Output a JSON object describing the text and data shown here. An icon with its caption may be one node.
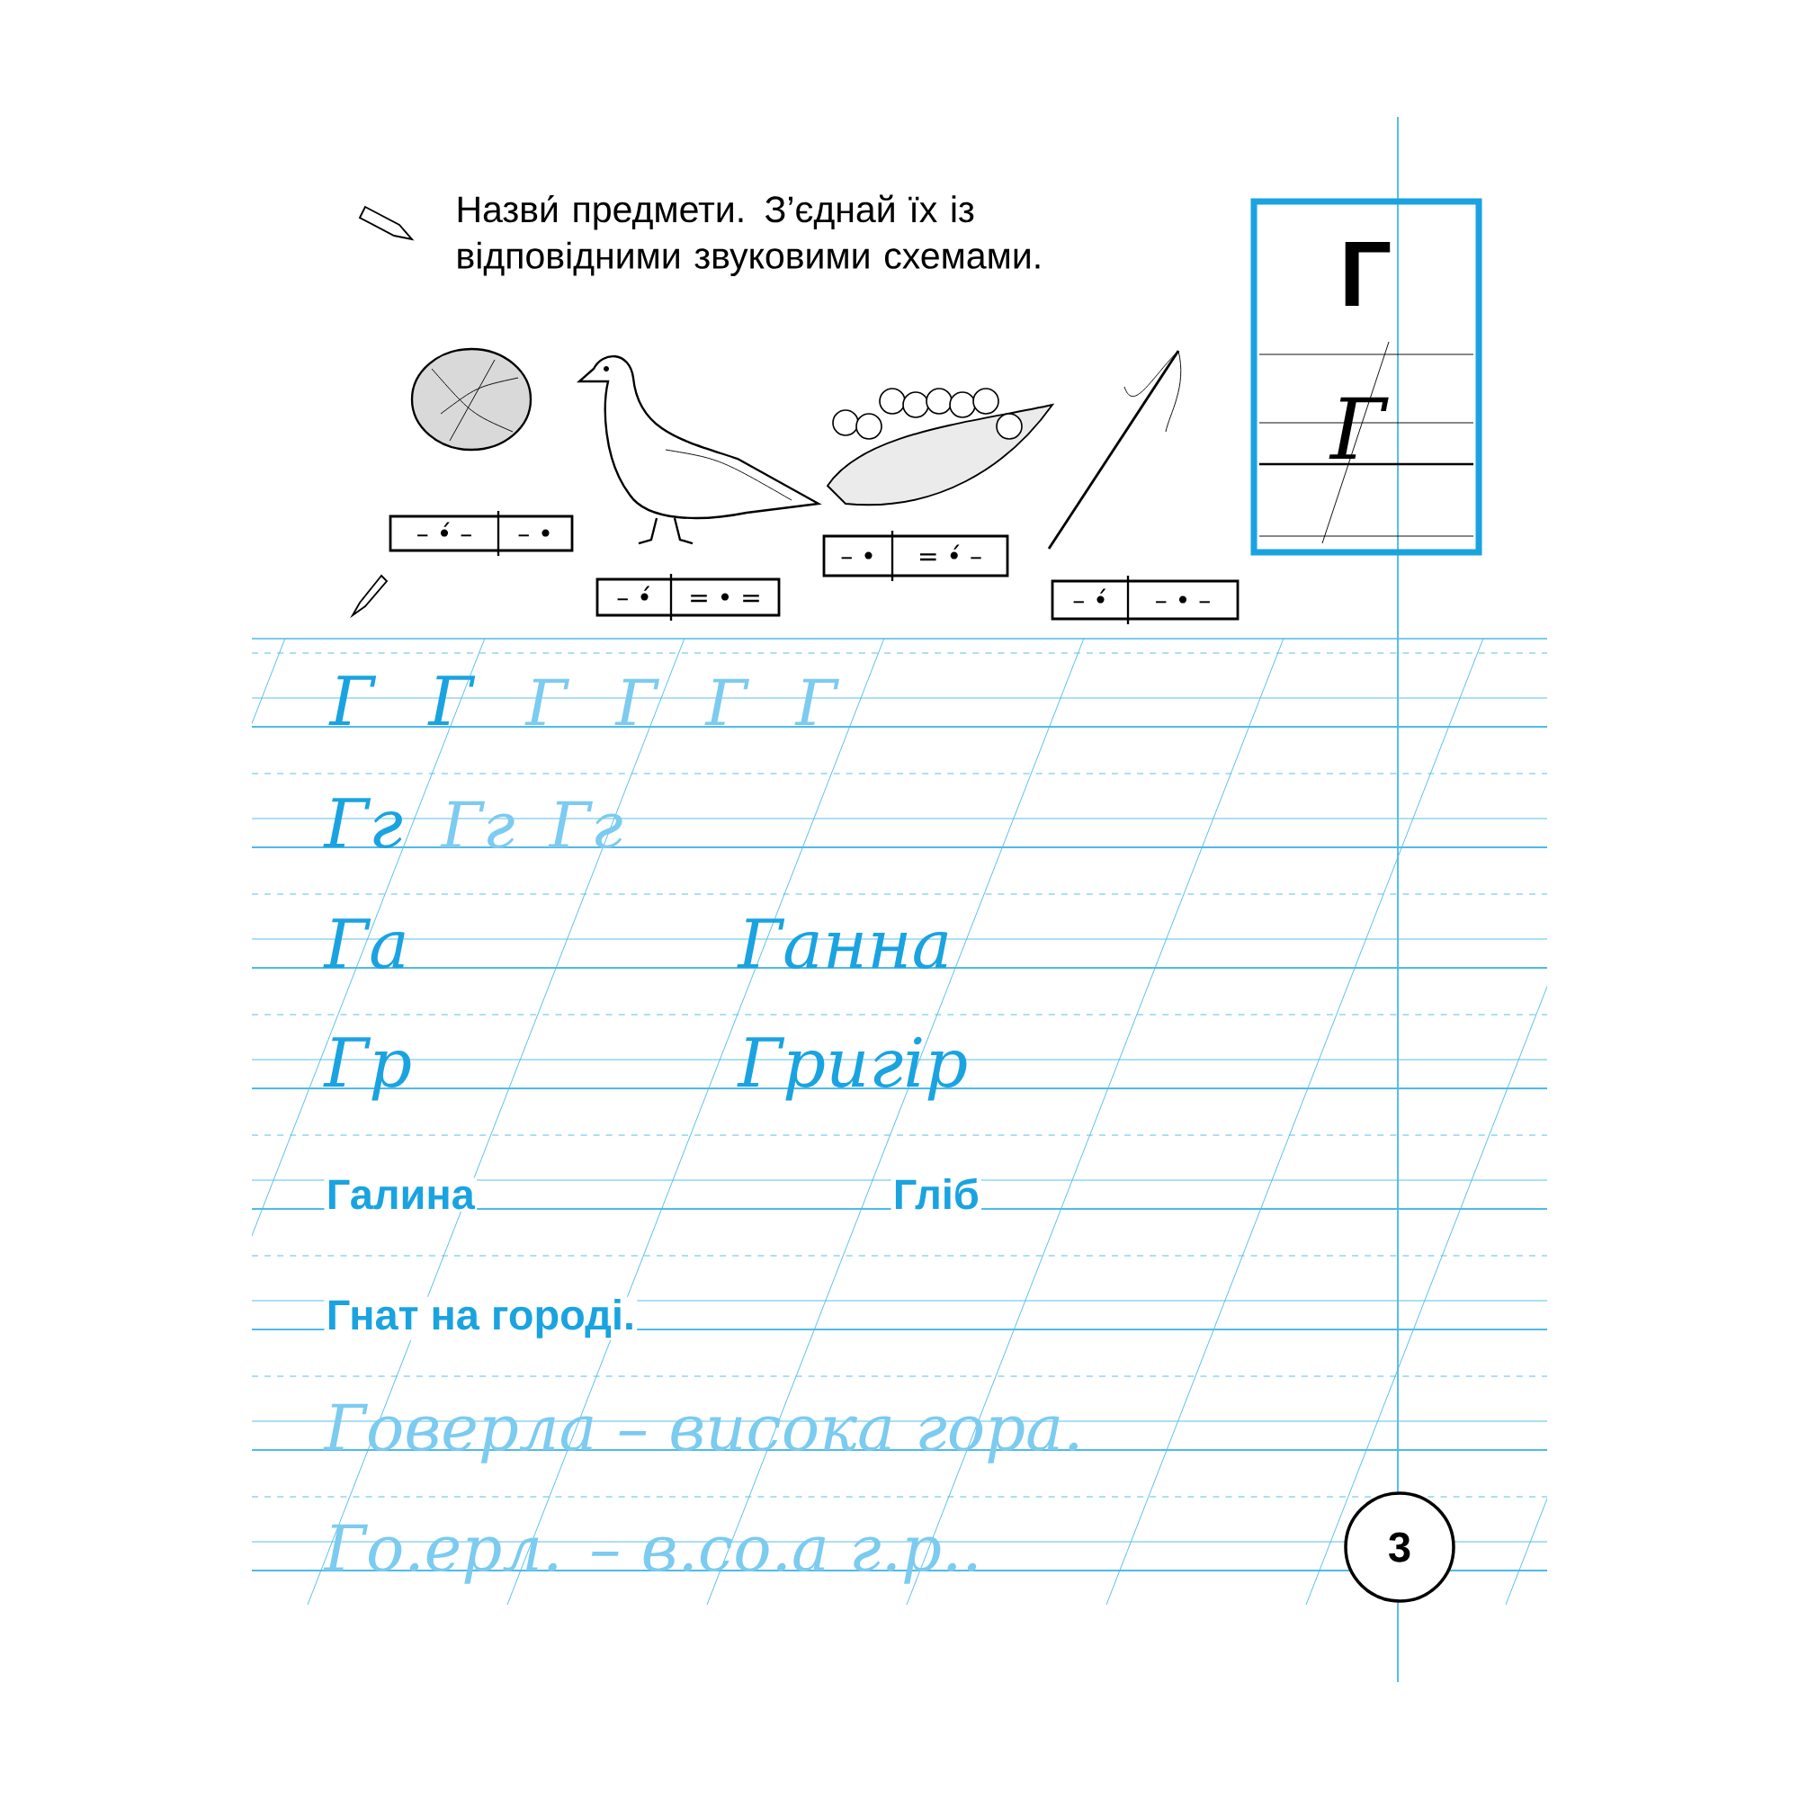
{
  "diagram": {
    "nodes": [
      {
        "text": [
          "Г",
          "Г"
        ]
      },
      {
        "text": [
          "– •́ –",
          "– •"
        ]
      },
      {
        "text": [
          "– •́",
          "= • ="
        ]
      },
      {
        "text": [
          "– •",
          "= •́ –"
        ]
      },
      {
        "text": [
          "– •́",
          "– • –"
        ]
      },
      {
        "text": [
          "3"
        ]
      }
    ],
    "labels": [
      "Назви́ предмети. З’єднай їх із відповідними звуковими схемами.",
      "Г",
      "Г",
      "Г",
      "Г",
      "Г",
      "Г",
      "Гг",
      "Гг",
      "Гг",
      "Га",
      "Ганна",
      "Гр",
      "Григір",
      "Галина",
      "Гліб",
      "Гнат на городі.",
      "Говерла – висока гора.",
      "Го.ерл. – в.со.а г.р.."
    ]
  }
}
